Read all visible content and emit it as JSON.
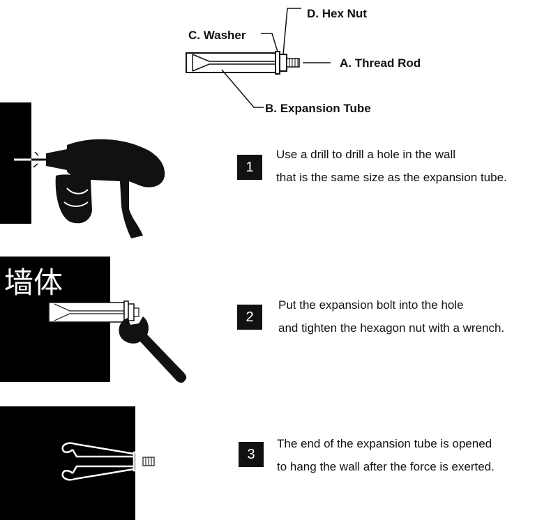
{
  "labels": {
    "hex_nut": "D. Hex Nut",
    "washer": "C. Washer",
    "thread_rod": "A. Thread Rod",
    "expansion_tube": "B. Expansion Tube"
  },
  "wall_label": "墙体",
  "steps": [
    {
      "number": "1",
      "line1": "Use a drill to drill a hole in the wall",
      "line2": "that is the same size as the expansion tube."
    },
    {
      "number": "2",
      "line1": "Put the expansion bolt into the hole",
      "line2": "and tighten the hexagon nut with a wrench."
    },
    {
      "number": "3",
      "line1": "The end of the expansion tube is opened",
      "line2": "to hang the wall after the force is exerted."
    }
  ]
}
